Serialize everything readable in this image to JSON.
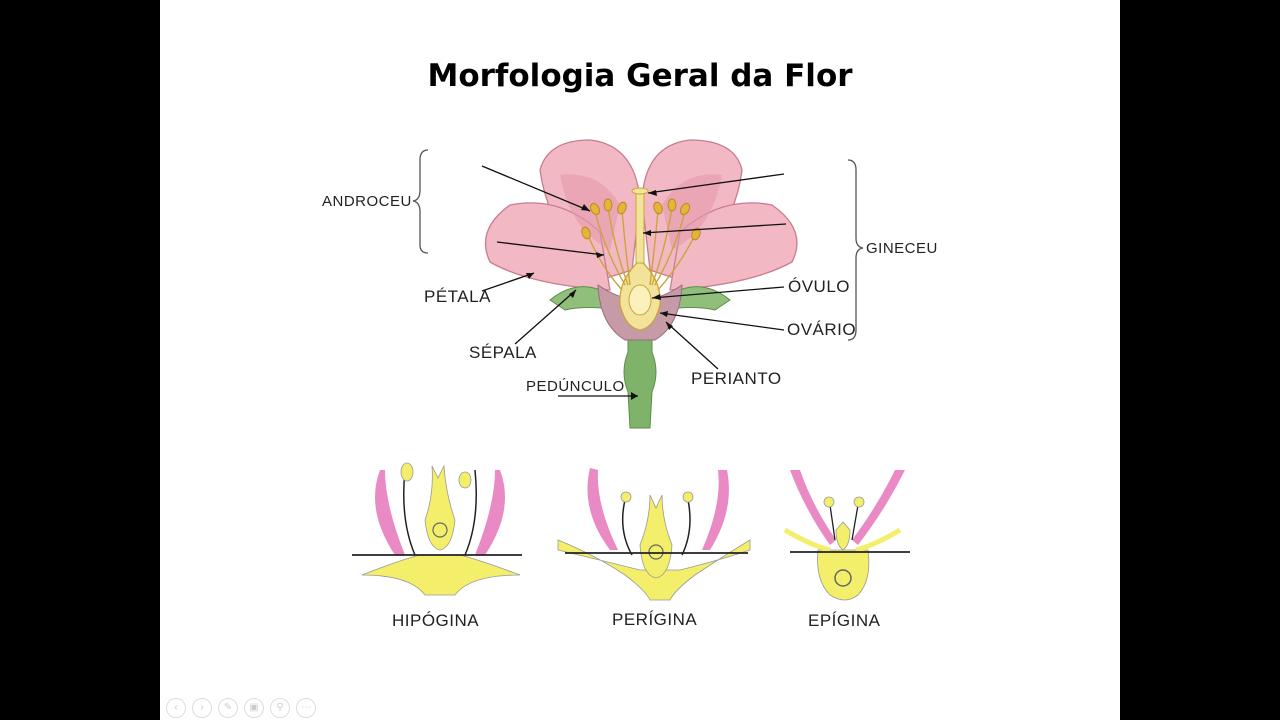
{
  "slide": {
    "title": "Morfologia Geral da Flor"
  },
  "labels": {
    "androceu": "ANDROCEU",
    "gineceu": "GINECEU",
    "petala": "PÉTALA",
    "sepala": "SÉPALA",
    "pedunculo": "PEDÚNCULO",
    "ovulo": "ÓVULO",
    "ovario": "OVÁRIO",
    "perianto": "PERIANTO"
  },
  "ovary_types": [
    {
      "label": "HIPÓGINA"
    },
    {
      "label": "PERÍGINA"
    },
    {
      "label": "EPÍGINA"
    }
  ],
  "toolbar": {
    "icons": [
      "previous-icon",
      "next-icon",
      "pen-icon",
      "slides-icon",
      "zoom-icon",
      "more-icon"
    ]
  },
  "colors": {
    "petal": "#f2b9c4",
    "petal_stroke": "#c97c8e",
    "sepal": "#8fbf7a",
    "stem": "#7fb36a",
    "pistil": "#f3e39a",
    "anther": "#e7b43a",
    "pink_petal_small": "#e98ac5",
    "yellow_small": "#f3ef6a"
  }
}
